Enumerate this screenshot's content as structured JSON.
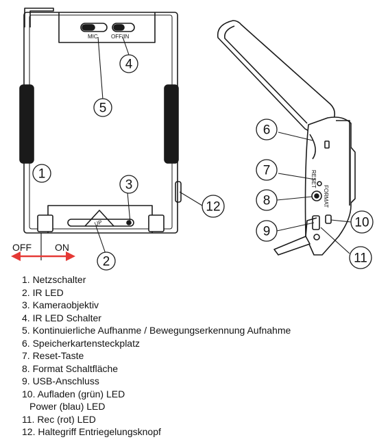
{
  "switches": {
    "mic": "MIC",
    "offin": "OFF/IN",
    "up": "UP",
    "reset": "RESET",
    "format": "FORMAT"
  },
  "indicator": {
    "off": "OFF",
    "on": "ON"
  },
  "callouts": {
    "c1": "1",
    "c2": "2",
    "c3": "3",
    "c4": "4",
    "c5": "5",
    "c6": "6",
    "c7": "7",
    "c8": "8",
    "c9": "9",
    "c10": "10",
    "c11": "11",
    "c12": "12"
  },
  "legend": [
    "1. Netzschalter",
    "2. IR LED",
    "3. Kameraobjektiv",
    "4. IR LED Schalter",
    "5. Kontinuierliche Aufhanme / Bewegungserkennung Aufnahme",
    "6. Speicherkartensteckplatz",
    "7. Reset-Taste",
    "8. Format Schaltfläche",
    "9. USB-Anschluss",
    "10. Aufladen (grün) LED",
    "Power (blau) LED",
    "11. Rec (rot) LED",
    "12. Haltegriff Entriegelungsknopf"
  ],
  "colors": {
    "arrow": "#e53935",
    "line": "#1a1a1a"
  }
}
